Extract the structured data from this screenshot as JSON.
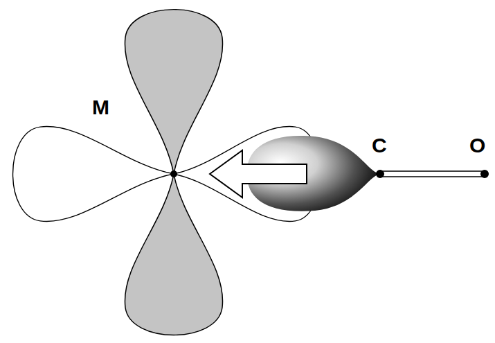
{
  "diagram": {
    "labels": [
      "M",
      "C",
      "O"
    ]
  }
}
